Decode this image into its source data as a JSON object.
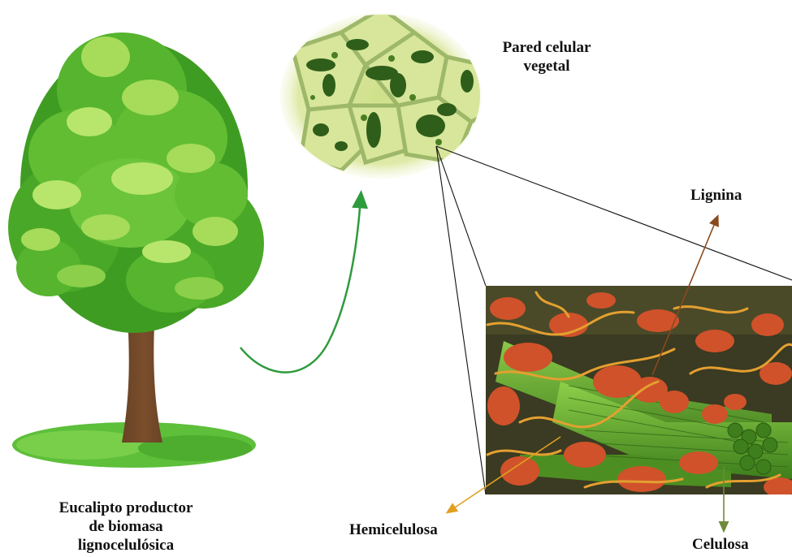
{
  "labels": {
    "tree": [
      "Eucalipto productor",
      "de biomasa",
      "lignocelulósica"
    ],
    "cell_wall": [
      "Pared celular",
      "vegetal"
    ],
    "lignina": "Lignina",
    "hemicelulosa": "Hemicelulosa",
    "celulosa": "Celulosa"
  },
  "colors": {
    "green_arrow": "#2e9b3c",
    "lignina_arrow": "#8a4a1c",
    "hemicelulosa_arrow": "#e0a020",
    "celulosa_arrow": "#6e8a3a",
    "leaf_dark": "#3f9c22",
    "leaf_mid": "#62bd33",
    "leaf_light": "#a6dc5a",
    "trunk": "#6b4426",
    "ground": "#5dbf3a",
    "cell_wall_bg": "#e8f0c8",
    "chloroplast": "#2f5e1a",
    "fibril_green": "#5fa82a",
    "lignin_orange": "#d0522a",
    "hemi_yellow": "#e4a030",
    "micrograph_bg": "#3b3a22"
  }
}
